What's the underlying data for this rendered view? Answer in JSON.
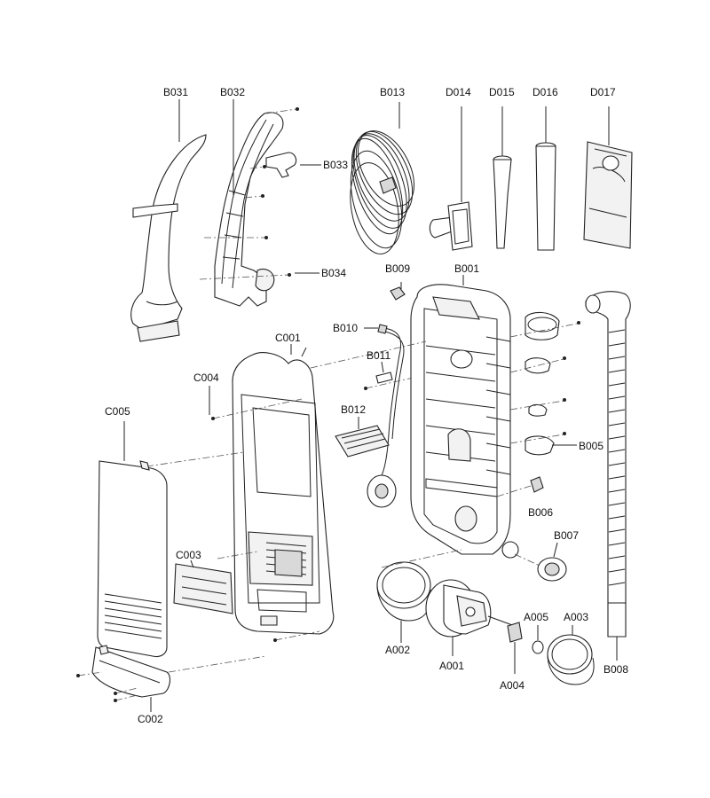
{
  "labels": {
    "B031": "B031",
    "B032": "B032",
    "B013": "B013",
    "D014": "D014",
    "D015": "D015",
    "D016": "D016",
    "D017": "D017",
    "B033": "B033",
    "B034": "B034",
    "B009": "B009",
    "B001": "B001",
    "B010": "B010",
    "C001": "C001",
    "B011": "B011",
    "C004": "C004",
    "C005": "C005",
    "B012": "B012",
    "B005": "B005",
    "B006": "B006",
    "B007": "B007",
    "C003": "C003",
    "A005": "A005",
    "A003": "A003",
    "A002": "A002",
    "A001": "A001",
    "B008": "B008",
    "A004": "A004",
    "C002": "C002"
  }
}
